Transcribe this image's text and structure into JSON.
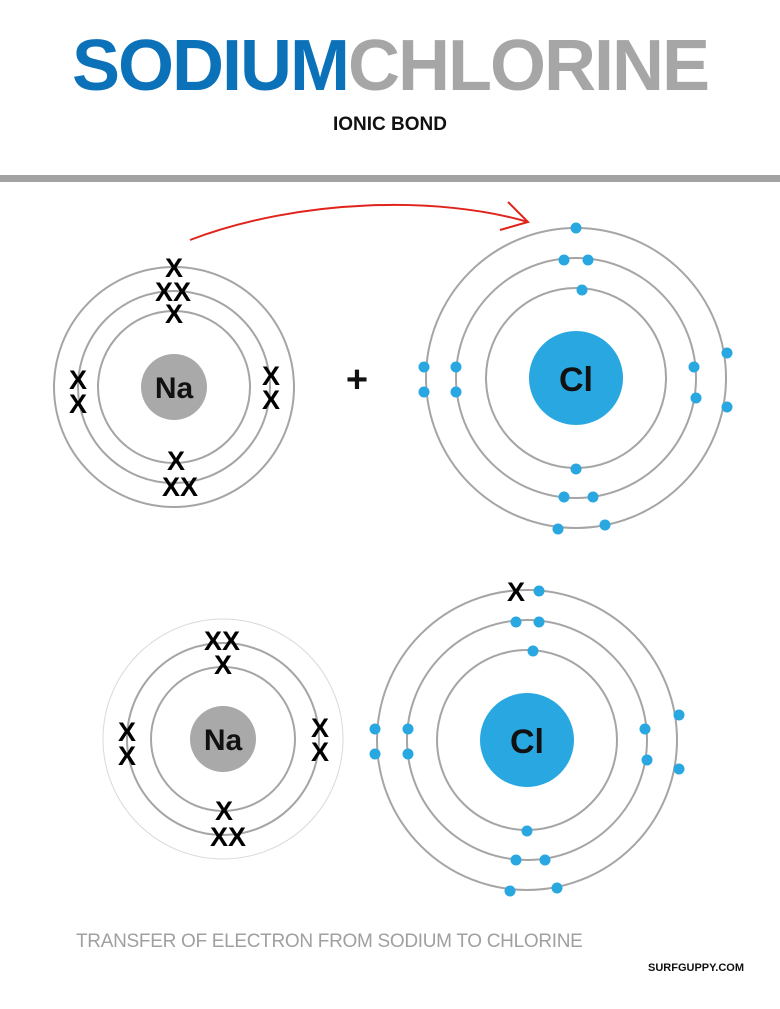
{
  "header": {
    "title_part1": "SODIUM",
    "title_part2": "CHLORINE",
    "subtitle": "IONIC BOND"
  },
  "diagram": {
    "top_row": {
      "sodium_symbol": "Na",
      "operator": "+",
      "chlorine_symbol": "Cl",
      "electron_mark": "X"
    },
    "bottom_row": {
      "sodium_symbol": "Na",
      "chlorine_symbol": "Cl",
      "electron_mark": "X"
    },
    "colors": {
      "sodium_blue": "#0b72b9",
      "chlorine_gray": "#a6a6a6",
      "sodium_nucleus": "#a9a9a9",
      "chlorine_nucleus": "#29a7e1",
      "electron_dot": "#29a7e1",
      "transfer_arrow": "#e0241b",
      "orbit": "#a5a5a5"
    }
  },
  "footer": {
    "caption": "TRANSFER OF ELECTRON FROM SODIUM TO CHLORINE",
    "credit": "SURFGUPPY.COM"
  }
}
